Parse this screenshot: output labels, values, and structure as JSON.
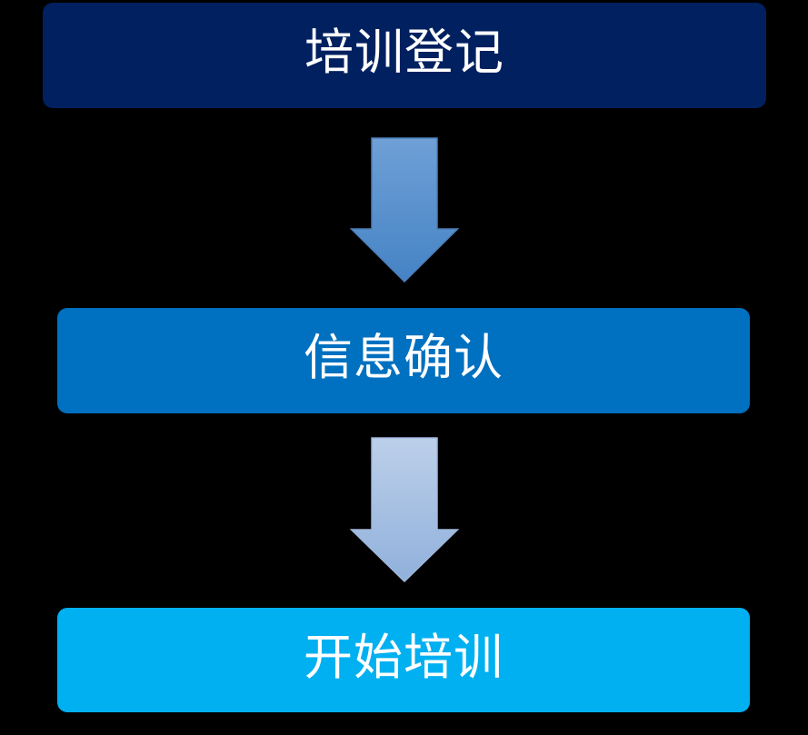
{
  "canvas": {
    "background": "#000000"
  },
  "flowchart": {
    "type": "vertical-process-flow",
    "steps": [
      {
        "label": "培训登记",
        "fill": "#002060",
        "text_color": "#FFFFFF"
      },
      {
        "label": "信息确认",
        "fill": "#0070C0",
        "text_color": "#FFFFFF"
      },
      {
        "label": "开始培训",
        "fill": "#00B0F0",
        "text_color": "#FFFFFF"
      }
    ],
    "arrows": [
      {
        "direction": "down",
        "gradient_top": "#6FA0D6",
        "gradient_bottom": "#4583C5",
        "border": "#4C7FB8"
      },
      {
        "direction": "down",
        "gradient_top": "#BDD0EA",
        "gradient_bottom": "#90B0DB",
        "border": "#9FB8DC"
      }
    ]
  }
}
